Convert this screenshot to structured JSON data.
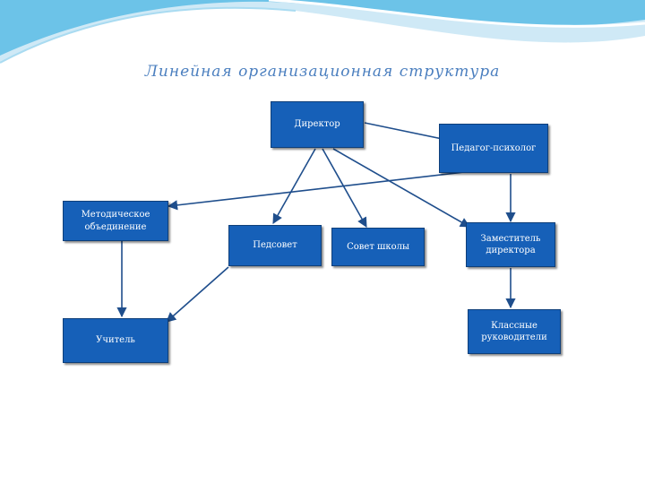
{
  "title": "Линейная организационная структура",
  "colors": {
    "node_fill": "#1660b8",
    "node_border": "#0e3f7a",
    "connector": "#1f4e8c",
    "title": "#4b7fbf",
    "wave_light": "#cfe9f6",
    "wave_mid": "#6cc3e8"
  },
  "nodes": {
    "director": "Директор",
    "psychologist": "Педагог-психолог",
    "methodical": "Методическое объединение",
    "pedsovet": "Педсовет",
    "school_council": "Совет школы",
    "deputy": "Заместитель директора",
    "teacher": "Учитель",
    "class_teachers": "Классные руководители"
  }
}
